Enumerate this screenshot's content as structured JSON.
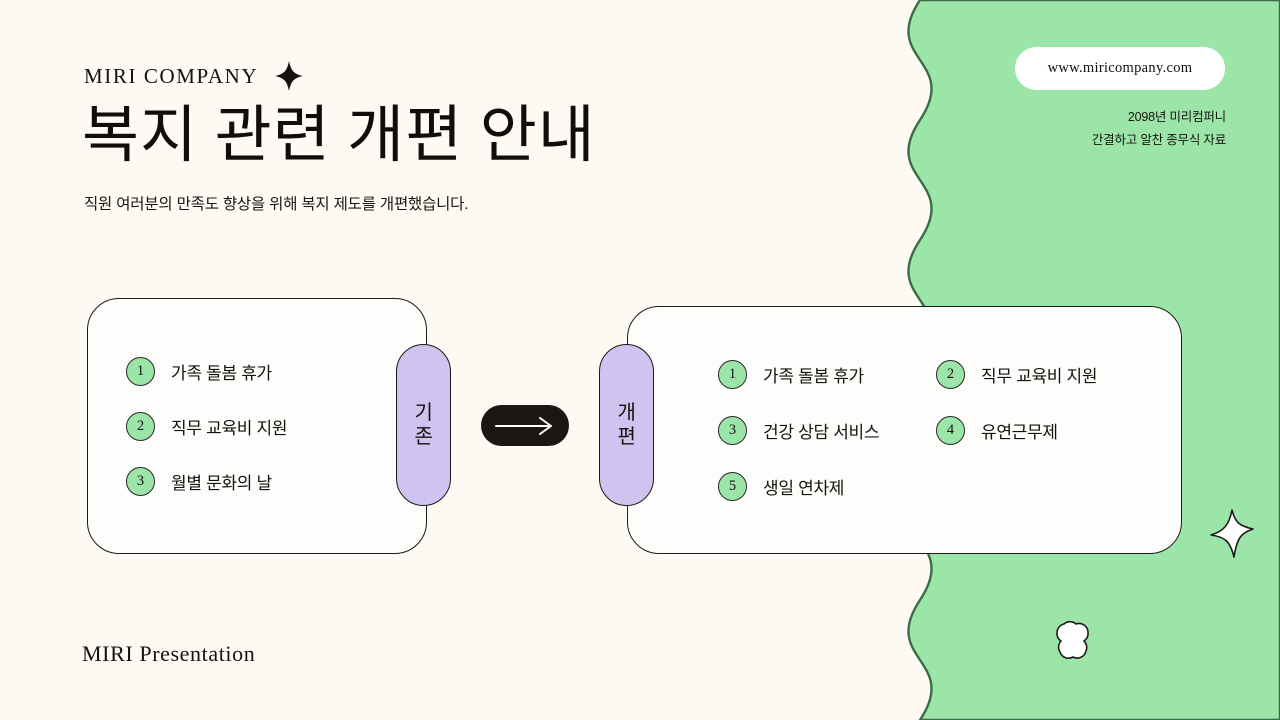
{
  "theme": {
    "background": "#fdfaf3",
    "green": "#9ce5a8",
    "green_stroke": "#3d6b48",
    "purple": "#cec4ef",
    "ink": "#15110e",
    "card_fill": "#fdfdfb"
  },
  "header": {
    "brand": "MIRI COMPANY",
    "sparkle_icon": "four-point-star-icon",
    "title": "복지 관련 개편 안내",
    "subtitle": "직원 여러분의 만족도 향상을 위해 복지 제도를 개편했습니다."
  },
  "top_right": {
    "url": "www.miricompany.com",
    "meta_line_1": "2098년 미리컴퍼니",
    "meta_line_2": "간결하고 알찬 종무식 자료"
  },
  "comparison": {
    "arrow_icon": "arrow-right-icon",
    "before": {
      "tab_label": "기존",
      "items": [
        {
          "number": "1",
          "label": "가족 돌봄 휴가"
        },
        {
          "number": "2",
          "label": "직무 교육비 지원"
        },
        {
          "number": "3",
          "label": "월별 문화의 날"
        }
      ]
    },
    "after": {
      "tab_label": "개편",
      "items": [
        {
          "number": "1",
          "label": "가족 돌봄 휴가"
        },
        {
          "number": "2",
          "label": "직무 교육비 지원"
        },
        {
          "number": "3",
          "label": "건강 상담 서비스"
        },
        {
          "number": "4",
          "label": "유연근무제"
        },
        {
          "number": "5",
          "label": "생일 연차제"
        }
      ]
    }
  },
  "decorations": {
    "star_icon": "four-point-star-outline-icon",
    "clover_icon": "clover-icon"
  },
  "footer": {
    "label": "MIRI Presentation"
  }
}
